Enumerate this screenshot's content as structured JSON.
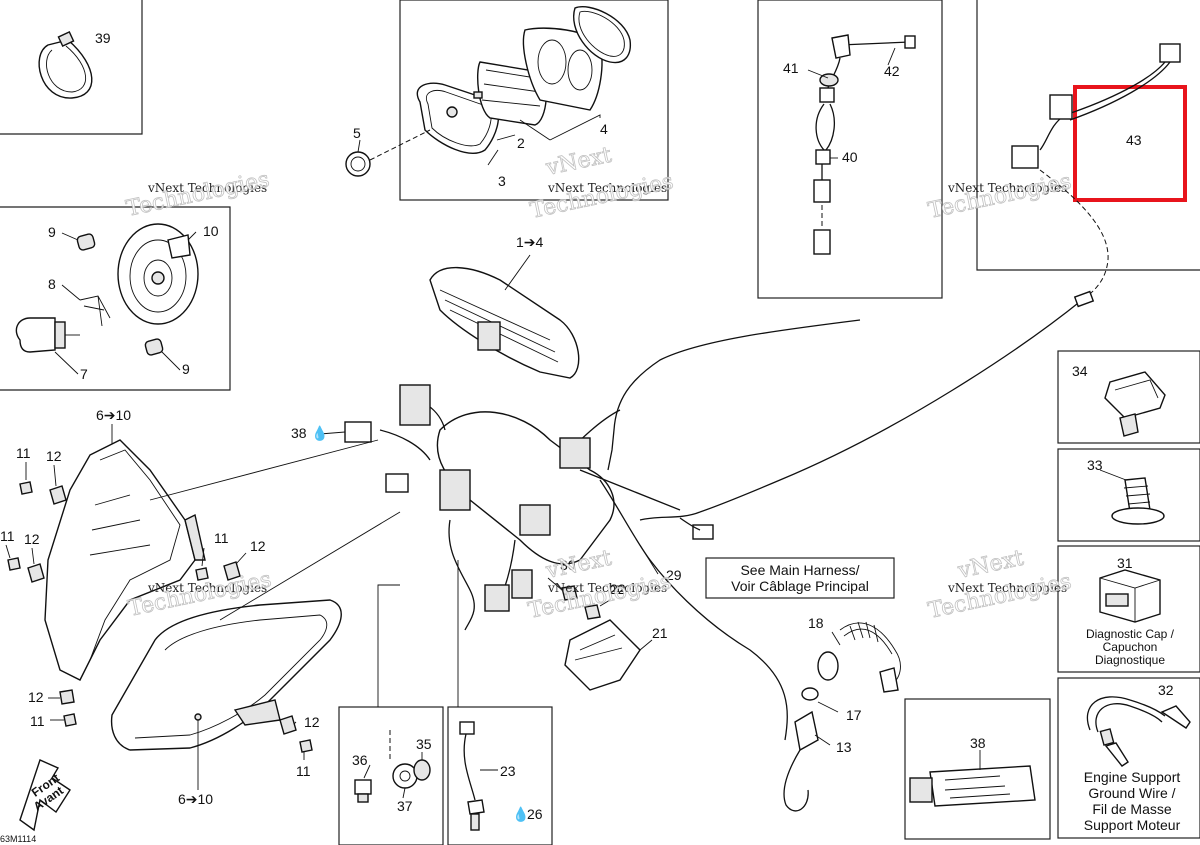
{
  "diagram": {
    "labels": {
      "l39": "39",
      "l5": "5",
      "l2": "2",
      "l3": "3",
      "l4": "4",
      "l14": "1➔4",
      "l41": "41",
      "l42": "42",
      "l40": "40",
      "l43": "43",
      "l9a": "9",
      "l10": "10",
      "l8": "8",
      "l7": "7",
      "l9b": "9",
      "l610a": "6➔10",
      "l38a": "38",
      "l11a": "11",
      "l12a": "12",
      "l11b": "11",
      "l12b": "12",
      "l11c": "11",
      "l12c": "12",
      "l12d": "12",
      "l11d": "11",
      "l12e": "12",
      "l11e": "11",
      "l610b": "6➔10",
      "l30": "30",
      "l22": "22",
      "l21": "21",
      "l29": "29",
      "l18": "18",
      "l17": "17",
      "l13": "13",
      "l36": "36",
      "l35": "35",
      "l37": "37",
      "l23": "23",
      "l26": "26",
      "l38b": "38",
      "l34": "34",
      "l33": "33",
      "l31": "31",
      "l32": "32"
    },
    "callout29": {
      "line1": "See Main Harness/",
      "line2": "Voir Câblage Principal"
    },
    "diag_cap": {
      "line1": "Diagnostic Cap /",
      "line2": "Capuchon",
      "line3": "Diagnostique"
    },
    "ground_wire": {
      "line1": "Engine Support",
      "line2": "Ground Wire /",
      "line3": "Fil de Masse",
      "line4": "Support Moteur"
    },
    "front": {
      "line1": "Front",
      "line2": "Avant"
    },
    "code": "63M1114",
    "watermark": {
      "line1": "vNext Technologies",
      "line2": "vNext",
      "line3": "Technologies"
    },
    "highlight_color": "#e8141c"
  }
}
